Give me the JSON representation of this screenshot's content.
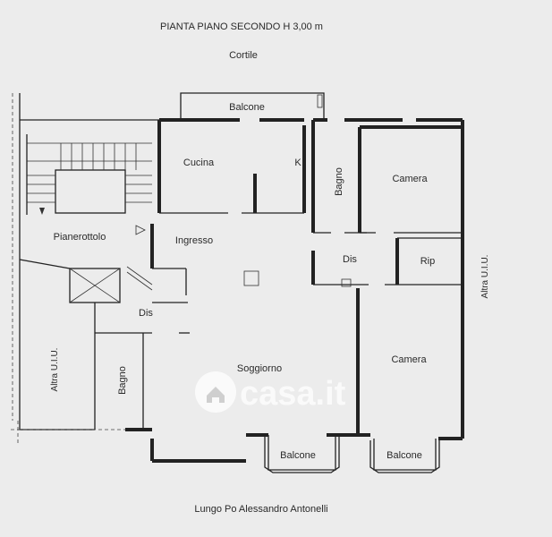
{
  "title": "PIANTA PIANO SECONDO H 3,00 m",
  "labels": {
    "cortile": "Cortile",
    "balcone_top": "Balcone",
    "cucina": "Cucina",
    "k": "K",
    "bagno_top": "Bagno",
    "camera_top": "Camera",
    "pianerottolo": "Pianerottolo",
    "ingresso": "Ingresso",
    "dis_right": "Dis",
    "rip": "Rip",
    "dis_left": "Dis",
    "soggiorno": "Soggiorno",
    "camera_bottom": "Camera",
    "bagno_left": "Bagno",
    "altra_left": "Altra U.I.U.",
    "altra_right": "Altra U.I.U.",
    "balcone_bl": "Balcone",
    "balcone_br": "Balcone",
    "street": "Lungo Po Alessandro Antonelli"
  },
  "watermark": "casa.it",
  "colors": {
    "background": "#ececec",
    "wall": "#222222",
    "text": "#2a2a2a"
  }
}
